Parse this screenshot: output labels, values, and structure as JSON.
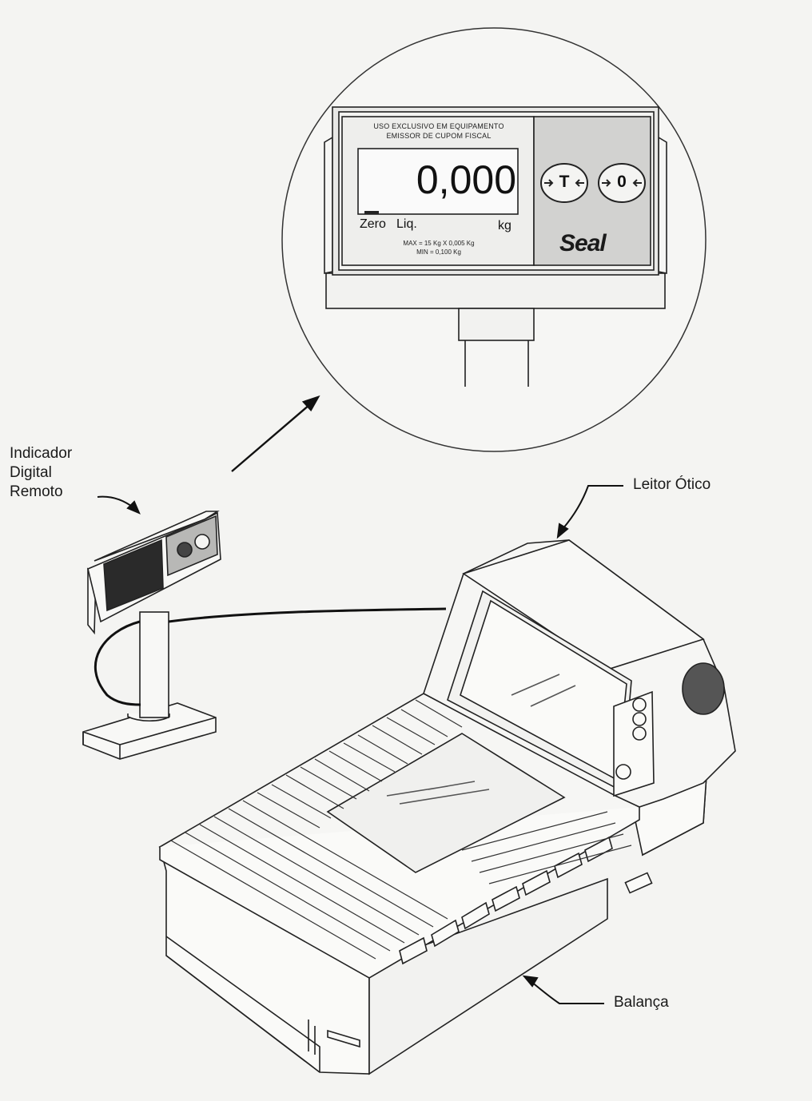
{
  "labels": {
    "remote_indicator": [
      "Indicador",
      "Digital",
      "Remoto"
    ],
    "optical_reader": "Leitor Ótico",
    "scale": "Balança"
  },
  "display_panel": {
    "header_line1": "USO EXCLUSIVO EM EQUIPAMENTO",
    "header_line2": "EMISSOR DE CUPOM FISCAL",
    "reading": "0,000",
    "zero_label": "Zero",
    "net_label": "Liq.",
    "unit": "kg",
    "max_spec": "MAX = 15 Kg X 0,005 Kg",
    "min_spec": "MIN = 0,100 Kg",
    "tare_button": "T",
    "zero_button": "0",
    "brand": "Seal"
  },
  "colors": {
    "line": "#1a1a1a",
    "panel_gray": "#d2d2d0",
    "background": "#f4f4f2"
  }
}
